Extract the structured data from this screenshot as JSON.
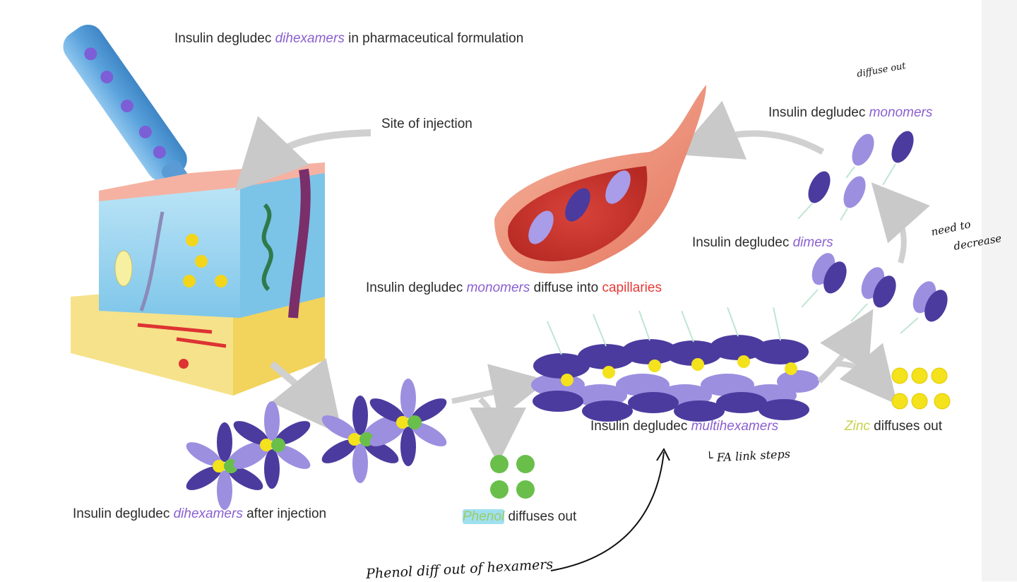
{
  "labels": {
    "pharm": {
      "a": "Insulin degludec ",
      "b": "dihexamers",
      "c": " in pharmaceutical formulation"
    },
    "site": "Site of injection",
    "monomers_top": {
      "a": "Insulin degludec ",
      "b": "monomers"
    },
    "dimers": {
      "a": "Insulin degludec ",
      "b": "dimers"
    },
    "capillaries": {
      "a": "Insulin degludec ",
      "b": "monomers",
      "c": " diffuse into ",
      "d": "capillaries"
    },
    "multihexamers": {
      "a": "Insulin degludec ",
      "b": "multihexamers"
    },
    "zinc": {
      "a": "Zinc",
      "b": " diffuses out"
    },
    "after_injection": {
      "a": "Insulin degludec ",
      "b": "dihexamers",
      "c": " after injection"
    },
    "phenol": {
      "a": "Phenol",
      "b": " diffuses out"
    }
  },
  "handwritten": {
    "diffuse_out": "diffuse out",
    "need_to_decrease_1": "need to",
    "need_to_decrease_2": "decrease",
    "fa_link": "└ FA link steps",
    "phenol_diff": "Phenol diff  out of hexamers"
  },
  "colors": {
    "dark_purple": "#4b3b9e",
    "light_purple": "#9c8fe0",
    "zinc_yellow": "#f3e21c",
    "phenol_green": "#6abf4b",
    "vessel_red": "#d9534f",
    "arrow_gray": "#cfcfcf"
  }
}
